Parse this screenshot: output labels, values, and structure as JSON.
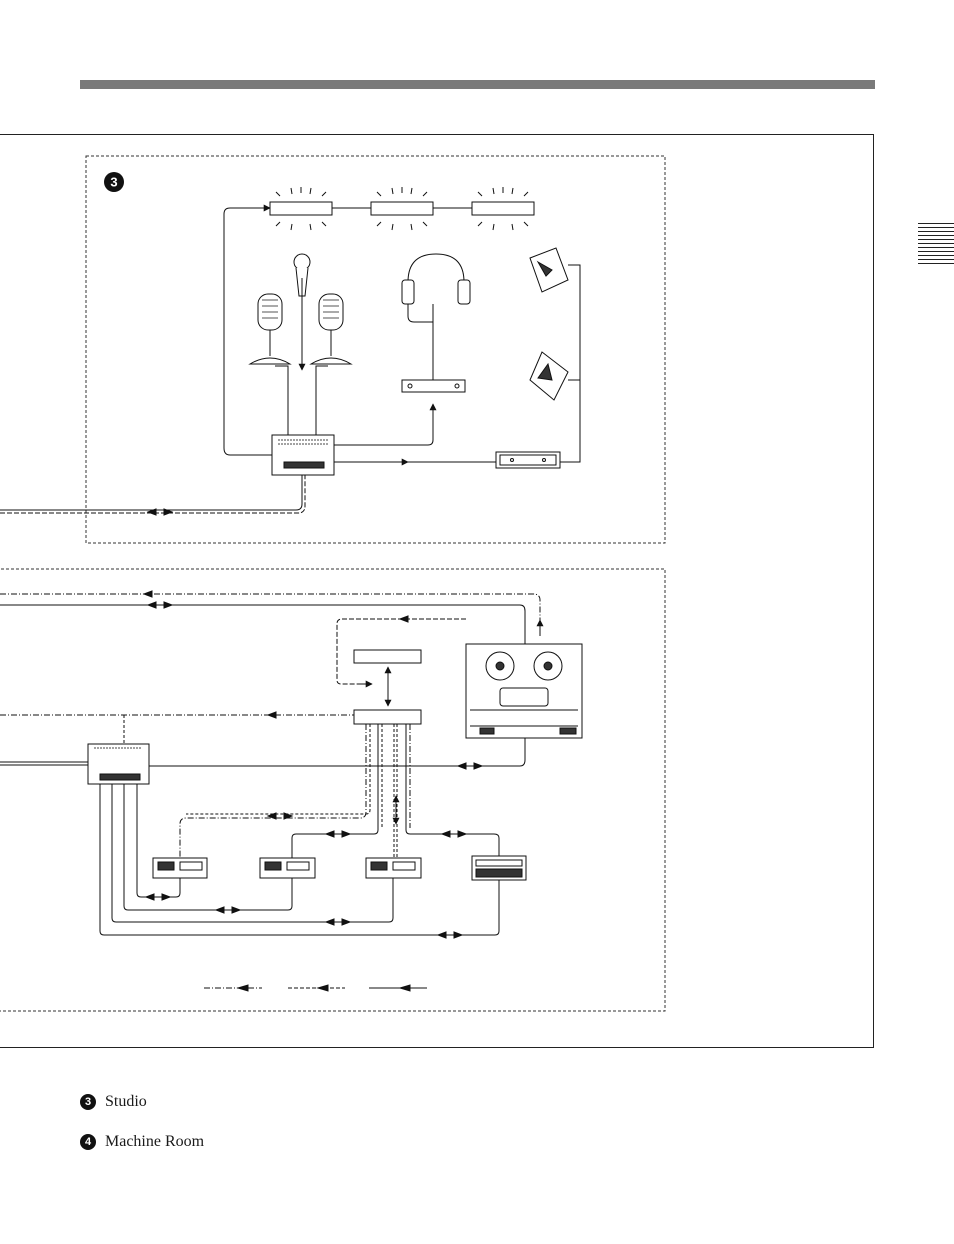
{
  "legend": [
    {
      "number": "3",
      "label": "Studio"
    },
    {
      "number": "4",
      "label": "Machine Room"
    }
  ],
  "diagram": {
    "studio_marker": "3",
    "icons": [
      "studio-light-icon",
      "microphone-icon",
      "headphones-icon",
      "speaker-icon",
      "mixer-icon",
      "amplifier-icon",
      "reel-tape-recorder-icon",
      "cassette-deck-icon",
      "control-unit-icon"
    ],
    "line_style_key": [
      "dash-dot",
      "dashed",
      "solid"
    ]
  }
}
